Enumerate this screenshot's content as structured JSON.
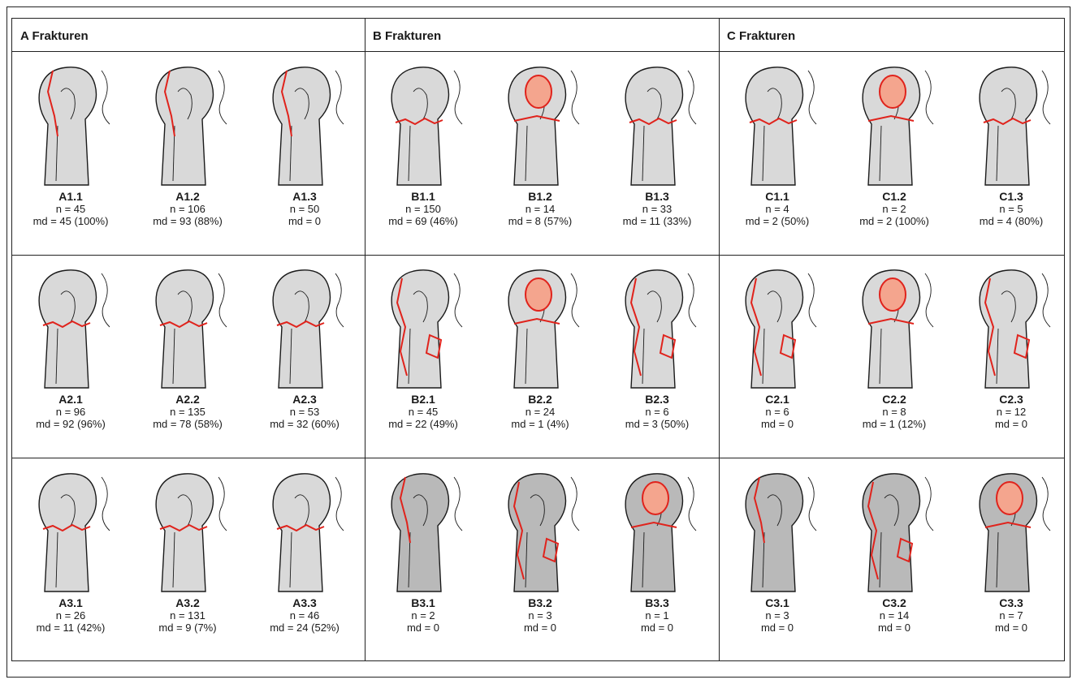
{
  "groups": [
    {
      "title": "A Frakturen"
    },
    {
      "title": "B Frakturen"
    },
    {
      "title": "C Frakturen"
    }
  ],
  "cells": [
    {
      "code": "A1.1",
      "n": "n = 45",
      "md": "md = 45 (100%)",
      "fragment": "greater-tuberosity",
      "dark": false
    },
    {
      "code": "A1.2",
      "n": "n = 106",
      "md": "md = 93 (88%)",
      "fragment": "greater-tuberosity",
      "dark": false
    },
    {
      "code": "A1.3",
      "n": "n = 50",
      "md": "md = 0",
      "fragment": "greater-tuberosity",
      "dark": false
    },
    {
      "code": "B1.1",
      "n": "n = 150",
      "md": "md = 69 (46%)",
      "fragment": "neck",
      "dark": false
    },
    {
      "code": "B1.2",
      "n": "n = 14",
      "md": "md = 8 (57%)",
      "fragment": "head",
      "dark": false
    },
    {
      "code": "B1.3",
      "n": "n = 33",
      "md": "md = 11 (33%)",
      "fragment": "neck",
      "dark": false
    },
    {
      "code": "C1.1",
      "n": "n = 4",
      "md": "md = 2 (50%)",
      "fragment": "neck",
      "dark": false
    },
    {
      "code": "C1.2",
      "n": "n = 2",
      "md": "md = 2 (100%)",
      "fragment": "head",
      "dark": false
    },
    {
      "code": "C1.3",
      "n": "n = 5",
      "md": "md = 4 (80%)",
      "fragment": "neck",
      "dark": false
    },
    {
      "code": "A2.1",
      "n": "n = 96",
      "md": "md = 92 (96%)",
      "fragment": "neck",
      "dark": false
    },
    {
      "code": "A2.2",
      "n": "n = 135",
      "md": "md = 78 (58%)",
      "fragment": "neck",
      "dark": false
    },
    {
      "code": "A2.3",
      "n": "n = 53",
      "md": "md = 32 (60%)",
      "fragment": "neck",
      "dark": false
    },
    {
      "code": "B2.1",
      "n": "n = 45",
      "md": "md = 22 (49%)",
      "fragment": "shaft",
      "dark": false
    },
    {
      "code": "B2.2",
      "n": "n = 24",
      "md": "md = 1 (4%)",
      "fragment": "head",
      "dark": false
    },
    {
      "code": "B2.3",
      "n": "n = 6",
      "md": "md = 3 (50%)",
      "fragment": "shaft",
      "dark": false
    },
    {
      "code": "C2.1",
      "n": "n = 6",
      "md": "md = 0",
      "fragment": "shaft",
      "dark": false
    },
    {
      "code": "C2.2",
      "n": "n = 8",
      "md": "md = 1 (12%)",
      "fragment": "head",
      "dark": false
    },
    {
      "code": "C2.3",
      "n": "n = 12",
      "md": "md = 0",
      "fragment": "shaft",
      "dark": false
    },
    {
      "code": "A3.1",
      "n": "n = 26",
      "md": "md = 11 (42%)",
      "fragment": "neck",
      "dark": false
    },
    {
      "code": "A3.2",
      "n": "n = 131",
      "md": "md = 9 (7%)",
      "fragment": "neck",
      "dark": false
    },
    {
      "code": "A3.3",
      "n": "n = 46",
      "md": "md = 24 (52%)",
      "fragment": "neck",
      "dark": false
    },
    {
      "code": "B3.1",
      "n": "n = 2",
      "md": "md = 0",
      "fragment": "greater-tuberosity",
      "dark": true
    },
    {
      "code": "B3.2",
      "n": "n = 3",
      "md": "md = 0",
      "fragment": "shaft",
      "dark": true
    },
    {
      "code": "B3.3",
      "n": "n = 1",
      "md": "md = 0",
      "fragment": "head",
      "dark": true
    },
    {
      "code": "C3.1",
      "n": "n = 3",
      "md": "md = 0",
      "fragment": "greater-tuberosity",
      "dark": true
    },
    {
      "code": "C3.2",
      "n": "n = 14",
      "md": "md = 0",
      "fragment": "shaft",
      "dark": true
    },
    {
      "code": "C3.3",
      "n": "n = 7",
      "md": "md = 0",
      "fragment": "head",
      "dark": true
    }
  ],
  "colors": {
    "bone_fill": "#d9d9d9",
    "bone_dark_fill": "#b9b9b9",
    "bone_outline": "#1a1a1a",
    "fracture_line": "#e0231c",
    "fracture_fill": "#f4a58e"
  }
}
